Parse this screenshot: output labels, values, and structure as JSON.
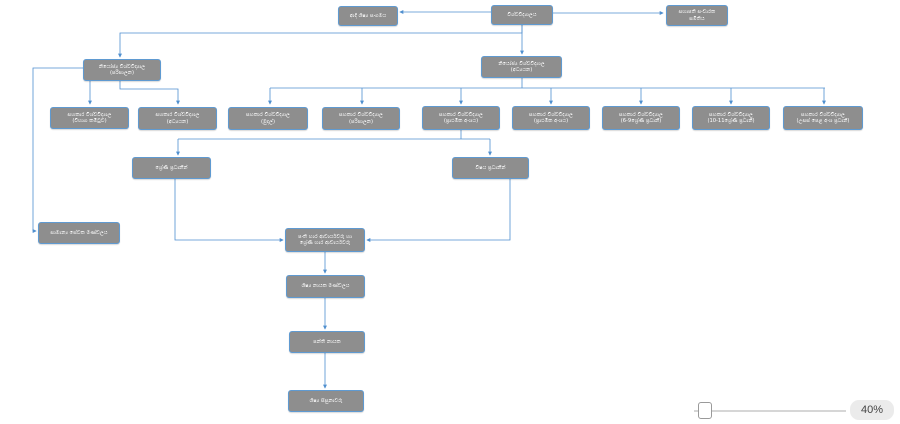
{
  "diagram": {
    "nodes": {
      "university": "විශ්වවිද්‍යාලය",
      "old_students": "ආදි ශිෂ්‍ය සංගමය",
      "council": "සභාපති සංචාරක\nසමිතිය",
      "dean_admin": "නියෝජ්‍ය විශ්වවිද්‍යාල\n(පරිපාලන)",
      "dean_academic": "නියෝජ්‍ය විශ්වවිද්‍යාල\n(අධ්‍යයන)",
      "asst_exams": "සහකාර විශ්වවිද්‍යාල\n(විභාග කමිටුව)",
      "asst_academic": "සහකාර විශ්වවිද්‍යාල\n(අධ්‍යයන)",
      "asst_finance": "සහකාර විශ්වවිද්‍යාල\n(මුදල්)",
      "asst_admin": "සහකාර විශ්වවිද්‍යාල\n(පරිපාලන)",
      "asst_primary1": "සහකාර විශ්වවිද්‍යාල\n(ප්‍රාථමික අංශය)",
      "asst_primary2": "සහකාර විශ්වවිද්‍යාල\n(ප්‍රාථමික අංශය)",
      "asst_6_9": "සහකාර විශ්වවිද්‍යාල\n(6-9ශ්‍රේණි ප්‍රධානී)",
      "asst_10_11": "සහකාර විශ්වවිද්‍යාල\n(10-11ශ්‍රේණි ප්‍රධානී)",
      "asst_advanced": "සහකාර විශ්වවිද්‍යාල\n(උසස් පෙළ අංශ ප්‍රධානී)",
      "grade_heads": "ශ්‍රේණි ප්‍රධානීන්",
      "subject_heads": "විෂය ප්‍රධානීන්",
      "staff_council": "සාමාන්‍ය සේවක මණ්ඩලය",
      "class_teachers": "පංති භාර ආචාර්යවරු හා\nශ්‍රේණි භාර ආචාර්යවරු",
      "student_council": "ශිෂ්‍ය නායක මණ්ඩලය",
      "class_leaders": "පන්ති නායක",
      "students": "ශිෂ්‍ය සිසුනාවරු"
    }
  },
  "zoom": {
    "level": "40%",
    "fraction": 0.05
  },
  "colors": {
    "node_fill": "#8e8e8e",
    "node_border": "#5f9ad1",
    "connector": "#4f8fcf",
    "node_text": "#ffffff"
  }
}
